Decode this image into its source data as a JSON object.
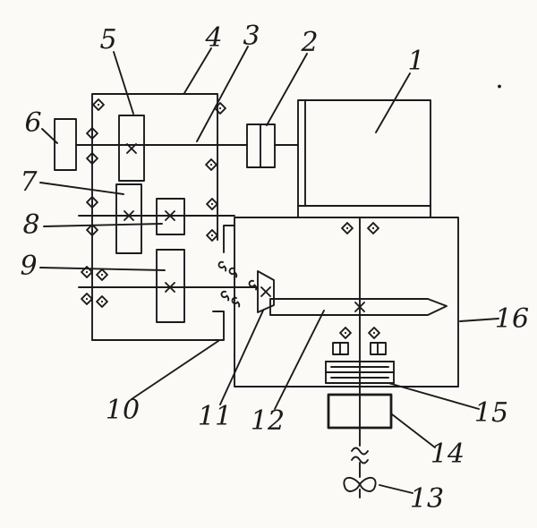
{
  "figure": {
    "labels": [
      {
        "text": "1"
      },
      {
        "text": "2"
      },
      {
        "text": "3"
      },
      {
        "text": "4"
      },
      {
        "text": "5"
      },
      {
        "text": "6"
      },
      {
        "text": "7"
      },
      {
        "text": "8"
      },
      {
        "text": "9"
      },
      {
        "text": "10"
      },
      {
        "text": "11"
      },
      {
        "text": "12"
      },
      {
        "text": "13"
      },
      {
        "text": "14"
      },
      {
        "text": "15"
      },
      {
        "text": "16"
      }
    ],
    "stray_dot": "."
  },
  "colors": {
    "ink": "#1b1b1b",
    "paper": "#fbfaf7"
  }
}
